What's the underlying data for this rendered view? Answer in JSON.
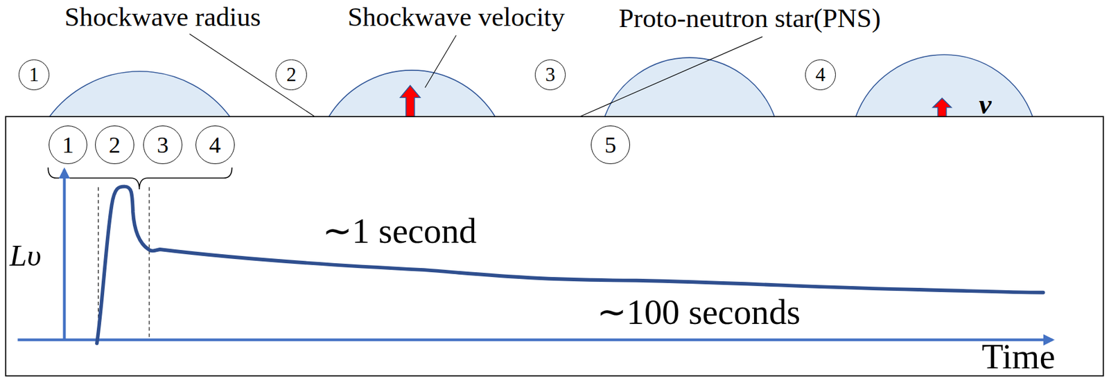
{
  "diagram": {
    "nodes": [
      {
        "text": [
          "1"
        ]
      },
      {
        "text": [
          "2"
        ]
      },
      {
        "text": [
          "3"
        ]
      },
      {
        "text": [
          "4"
        ]
      },
      {
        "text": [
          "1"
        ]
      },
      {
        "text": [
          "2"
        ]
      },
      {
        "text": [
          "3"
        ]
      },
      {
        "text": [
          "4"
        ]
      },
      {
        "text": [
          "5"
        ]
      }
    ],
    "labels": [
      "Shockwave radius",
      "Shockwave velocity",
      "Proto-neutron star(PNS)",
      "ν",
      "Lυ",
      "∼1 second",
      "∼100 seconds",
      "Time"
    ]
  }
}
